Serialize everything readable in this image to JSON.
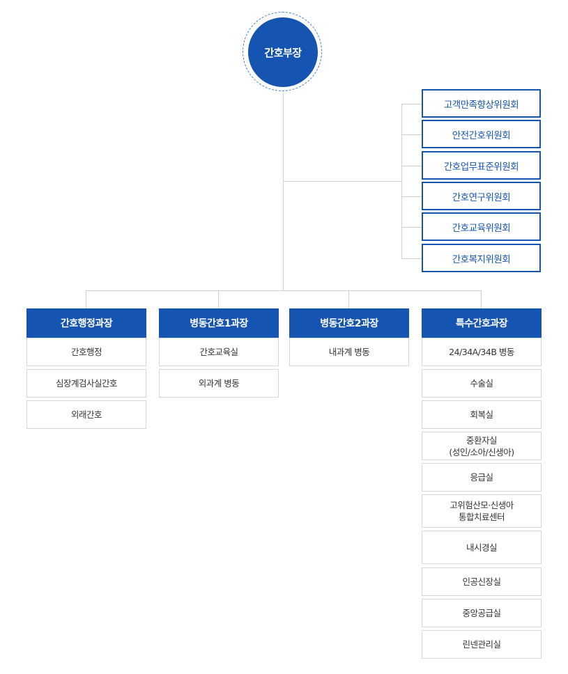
{
  "head": {
    "label": "간호부장"
  },
  "committees": [
    "고객만족향상위원회",
    "안전간호위원회",
    "간호업무표준위원회",
    "간호연구위원회",
    "간호교육위원회",
    "간호복지위원회"
  ],
  "departments": [
    {
      "title": "간호행정과장",
      "units": [
        [
          "간호행정"
        ],
        [
          "심장계검사실간호"
        ],
        [
          "외래간호"
        ]
      ]
    },
    {
      "title": "병동간호1과장",
      "units": [
        [
          "간호교육실"
        ],
        [
          "외과계 병동"
        ]
      ]
    },
    {
      "title": "병동간호2과장",
      "units": [
        [
          "내과계 병동"
        ]
      ]
    },
    {
      "title": "특수간호과장",
      "units": [
        [
          "24/34A/34B 병동"
        ],
        [
          "수술실"
        ],
        [
          "회복실"
        ],
        [
          "중환자실",
          "(성인/소아/신생아)"
        ],
        [
          "응급실"
        ],
        [
          "고위험산모·신생아",
          "통합치료센터"
        ],
        [
          "내시경실"
        ],
        [
          "인공신장실"
        ],
        [
          "중앙공급실"
        ],
        [
          "린넨관리실"
        ]
      ]
    }
  ],
  "colors": {
    "primary": "#1554b0",
    "connector": "#cfcfcf",
    "unit_border": "#d6d6d6"
  }
}
